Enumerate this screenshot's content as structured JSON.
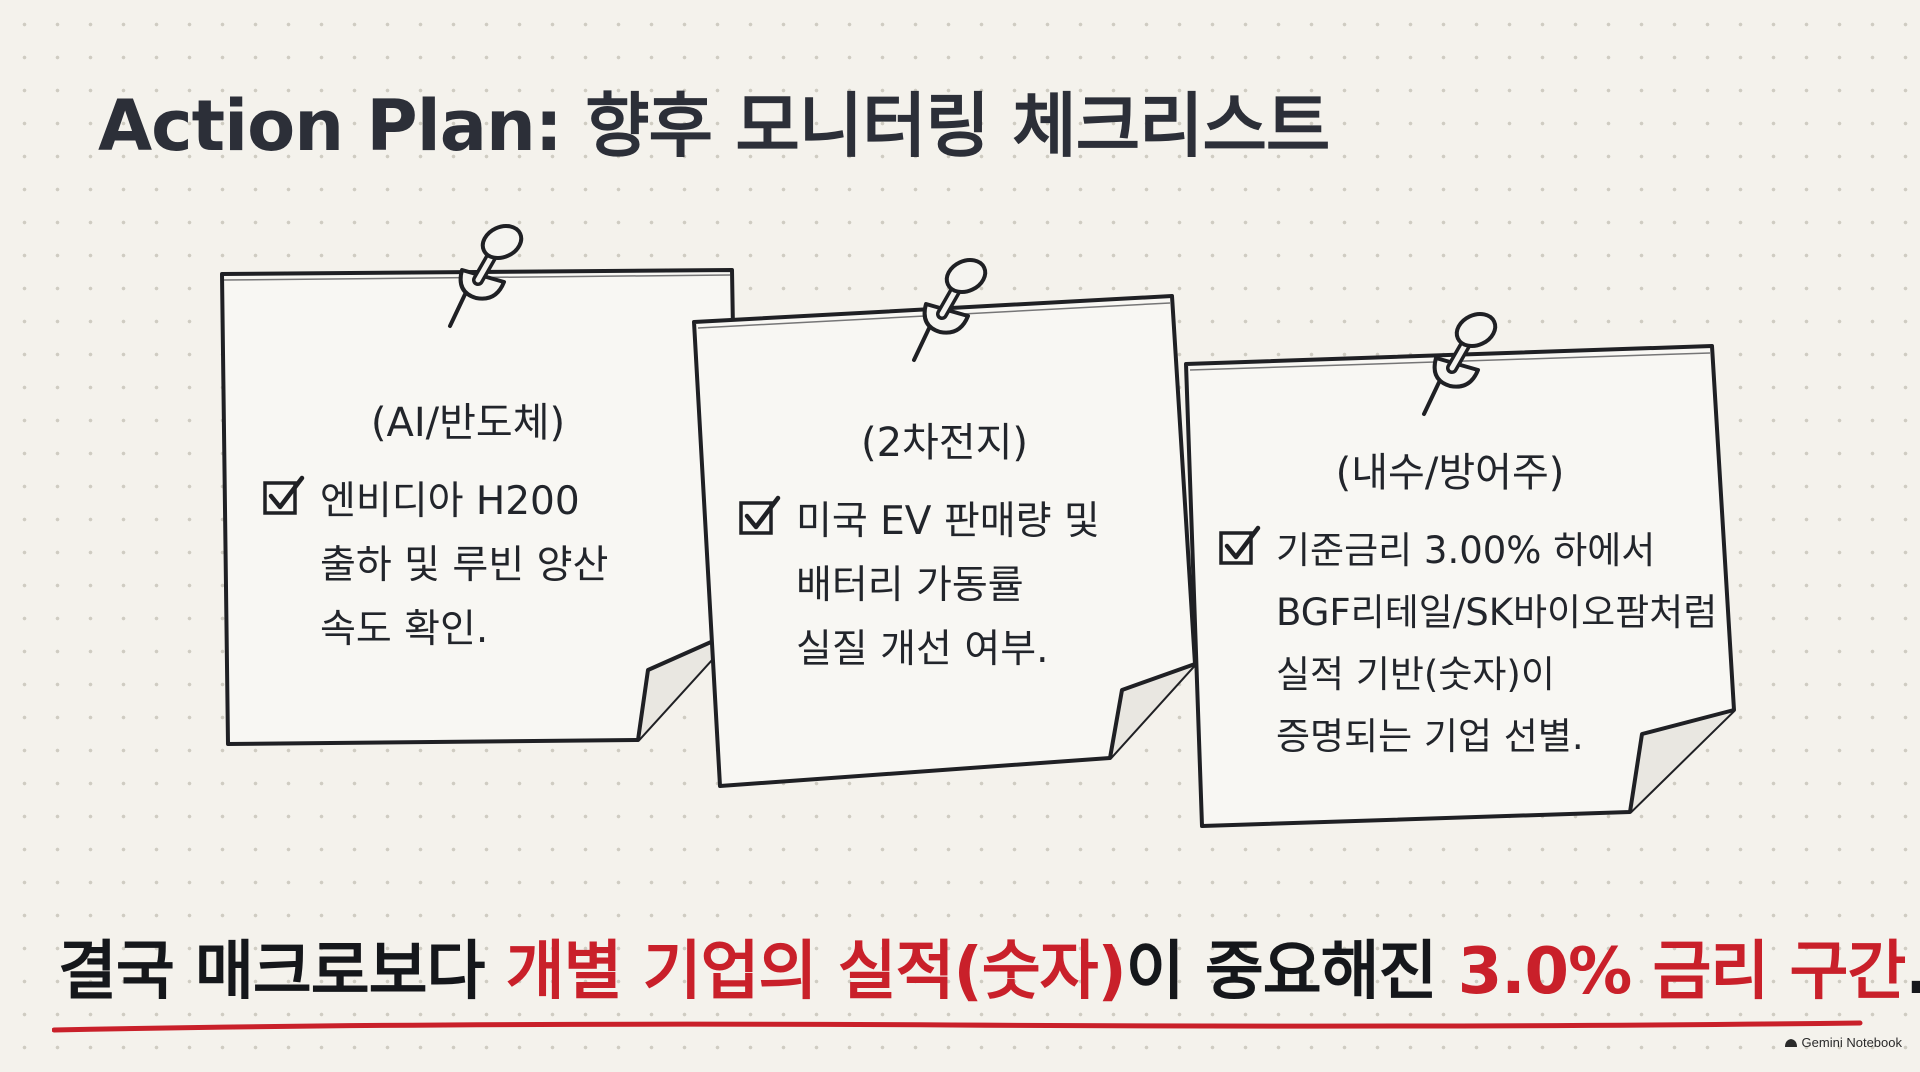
{
  "title": "Action Plan: 향후 모니터링 체크리스트",
  "notes": [
    {
      "heading": "(AI/반도체)",
      "item": "엔비디아 H200\n출하 및 루빈 양산\n속도 확인."
    },
    {
      "heading": "(2차전지)",
      "item": "미국 EV 판매량 및\n배터리 가동률\n실질 개선 여부."
    },
    {
      "heading": "(내수/방어주)",
      "item": "기준금리 3.00% 하에서\nBGF리테일/SK바이오팜처럼\n실적 기반(숫자)이\n증명되는 기업 선별."
    }
  ],
  "conclusion": {
    "part1": "결국 매크로보다 ",
    "part2": "개별 기업의 실적(숫자)",
    "part3": "이 중요해진 ",
    "part4": "3.0% 금리 구간",
    "part5": "."
  },
  "watermark": "Gemini Notebook",
  "colors": {
    "accent_red": "#c9202a",
    "ink": "#1d1f24",
    "paper": "#f7f6f2",
    "background": "#f4f2ec"
  },
  "icons": [
    "pushpin-icon",
    "checkbox-checked-icon",
    "gemini-logo-icon"
  ]
}
